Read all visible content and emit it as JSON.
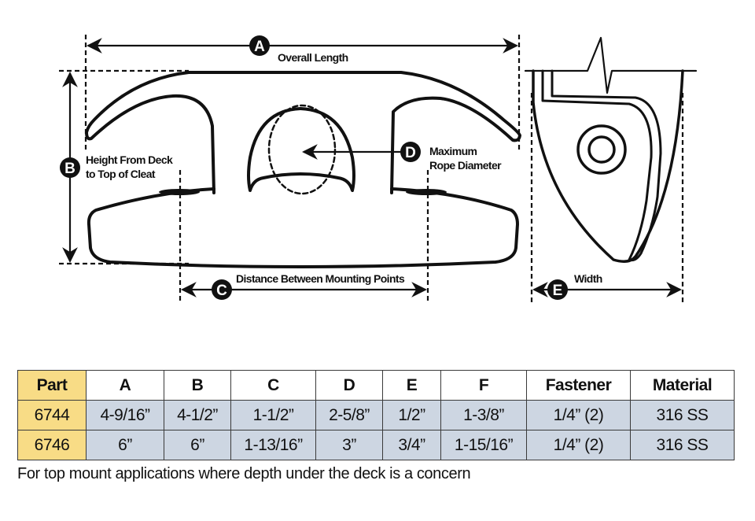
{
  "diagram": {
    "labels": {
      "A": {
        "letter": "A",
        "text": "Overall Length"
      },
      "B": {
        "letter": "B",
        "line1": "Height From Deck",
        "line2": "to Top of Cleat"
      },
      "C": {
        "letter": "C",
        "text": "Distance Between Mounting Points"
      },
      "D": {
        "letter": "D",
        "line1": "Maximum",
        "line2": "Rope Diameter"
      },
      "E": {
        "letter": "E",
        "text": "Width"
      }
    }
  },
  "table": {
    "headers": [
      "Part",
      "A",
      "B",
      "C",
      "D",
      "E",
      "F",
      "Fastener",
      "Material"
    ],
    "rows": [
      [
        "6744",
        "4-9/16”",
        "4-1/2”",
        "1-1/2”",
        "2-5/8”",
        "1/2”",
        "1-3/8”",
        "1/4” (2)",
        "316 SS"
      ],
      [
        "6746",
        "6”",
        "6”",
        "1-13/16”",
        "3”",
        "3/4”",
        "1-15/16”",
        "1/4” (2)",
        "316 SS"
      ]
    ],
    "colors": {
      "part_column": "#f8dc86",
      "value_cells": "#cdd6e2",
      "header": "#ffffff"
    }
  },
  "footnote": "For top mount applications where depth under the deck is a concern"
}
